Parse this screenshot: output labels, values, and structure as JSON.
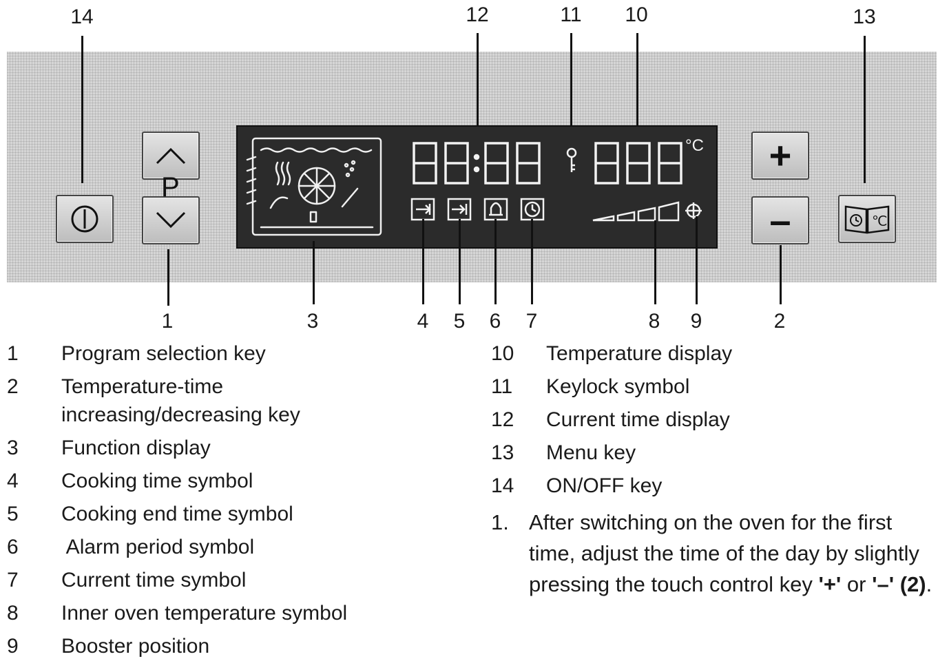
{
  "callouts": {
    "c1": "1",
    "c2": "2",
    "c3": "3",
    "c4": "4",
    "c5": "5",
    "c6": "6",
    "c7": "7",
    "c8": "8",
    "c9": "9",
    "c10": "10",
    "c11": "11",
    "c12": "12",
    "c13": "13",
    "c14": "14"
  },
  "keys": {
    "program_letter": "P",
    "plus": "+",
    "minus": "–",
    "temp_unit": "°C"
  },
  "legend_left": [
    {
      "num": "1",
      "text": "Program selection key"
    },
    {
      "num": "2",
      "text": "Temperature-time",
      "text2": "increasing/decreasing key"
    },
    {
      "num": "3",
      "text": "Function display"
    },
    {
      "num": "4",
      "text": "Cooking time symbol"
    },
    {
      "num": "5",
      "text": "Cooking end time symbol"
    },
    {
      "num": "6",
      "text": " Alarm period symbol"
    },
    {
      "num": "7",
      "text": "Current time symbol"
    },
    {
      "num": "8",
      "text": "Inner oven temperature symbol"
    },
    {
      "num": "9",
      "text": "Booster position"
    }
  ],
  "legend_right": [
    {
      "num": "10",
      "text": "Temperature display"
    },
    {
      "num": "11",
      "text": "Keylock symbol"
    },
    {
      "num": "12",
      "text": "Current time display"
    },
    {
      "num": "13",
      "text": "Menu key"
    },
    {
      "num": "14",
      "text": "ON/OFF key"
    }
  ],
  "instruction": {
    "num": "1.",
    "text_a": "After switching on the oven for the first time, adjust the time of the day by slightly pressing the touch control key ",
    "key_plus": "'+'",
    "or": " or ",
    "key_minus": "'–'",
    "space": " ",
    "ref": "(2)",
    "end": "."
  },
  "colors": {
    "panel": "#d6d6d6",
    "display": "#2b2b2b",
    "segment": "#f2f2f2",
    "ink": "#1a1a1a"
  }
}
